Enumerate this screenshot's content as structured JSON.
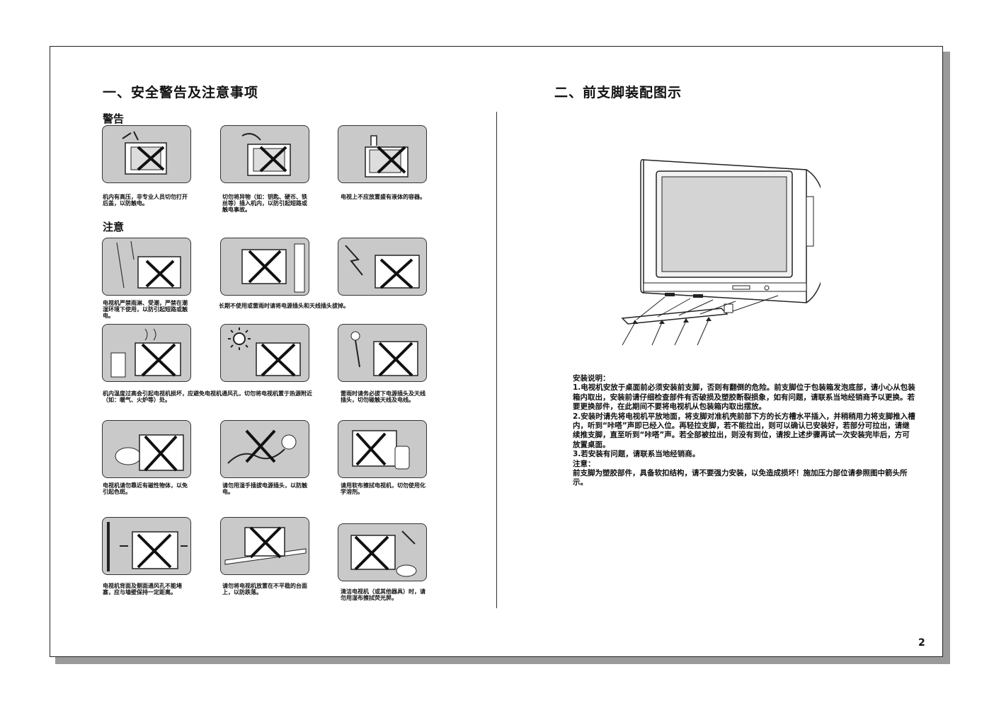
{
  "left": {
    "title": "一、安全警告及注意事项",
    "warning_heading": "警告",
    "caution_heading": "注意",
    "warning_captions": [
      "机内有高压，非专业人员切勿打开后盖，以防触电。",
      "切勿将异物（如：钥匙、硬币、铁丝等）插入机内，以防引起短路或触电事故。",
      "电视上不应放置盛有液体的容器。"
    ],
    "caution_captions": [
      "电视机严禁雨淋、受潮，严禁在潮湿环境下使用，以防引起短路或触电。",
      "长期不使用或雷雨时请将电源插头和天线插头拔掉。",
      "",
      "机内温度过高会引起电视机损坏，应避免电视机通风孔，切勿将电视机置于热源附近（如：暖气、火炉等）处。",
      "",
      "雷雨时请务必拔下电源插头及天线插头，切勿碰触天线及电线。",
      "电视机请勿靠近有磁性物体，以免引起色斑。",
      "请勿用湿手插拔电源插头，以防触电。",
      "请用软布擦拭电视机，切勿使用化学溶剂。",
      "电视机背面及侧面通风孔不能堵塞，应与墙壁保持一定距离。",
      "请勿将电视机放置在不平稳的台面上，以防跌落。",
      "清洁电视机（或其他器具）时，请勿用湿布擦拭荧光屏。"
    ]
  },
  "right": {
    "title": "二、前支脚装配图示",
    "install_heading": "安装说明：",
    "install_items": [
      "1.电视机安放于桌面前必须安装前支脚，否则有翻倒的危险。前支脚位于包装箱发泡底部，请小心从包装箱内取出，安装前请仔细检查部件有否破损及塑胶断裂损象，如有问题，请联系当地经销商予以更换。若要更换部件，在此期间不要将电视机从包装箱内取出摆放。",
      "2.安装时请先将电视机平放地面，将支脚对准机壳前部下方的长方槽水平插入，并稍稍用力将支脚推入槽内，听到“咔嗒”声即已经入位。再轻拉支脚，若不能拉出，则可以确认已安装好，若部分可拉出，请继续推支脚，直至听到“咔嗒”声。若全部被拉出，则没有到位，请按上述步骤再试一次安装完毕后，方可放置桌面。",
      "3.若安装有问题，请联系当地经销商。"
    ],
    "note_heading": "注意：",
    "note_text": "前支脚为塑胶部件，具备软扣结构，请不要强力安装，以免造成损坏！施加压力部位请参照图中箭头所示。"
  },
  "page_number": "2"
}
